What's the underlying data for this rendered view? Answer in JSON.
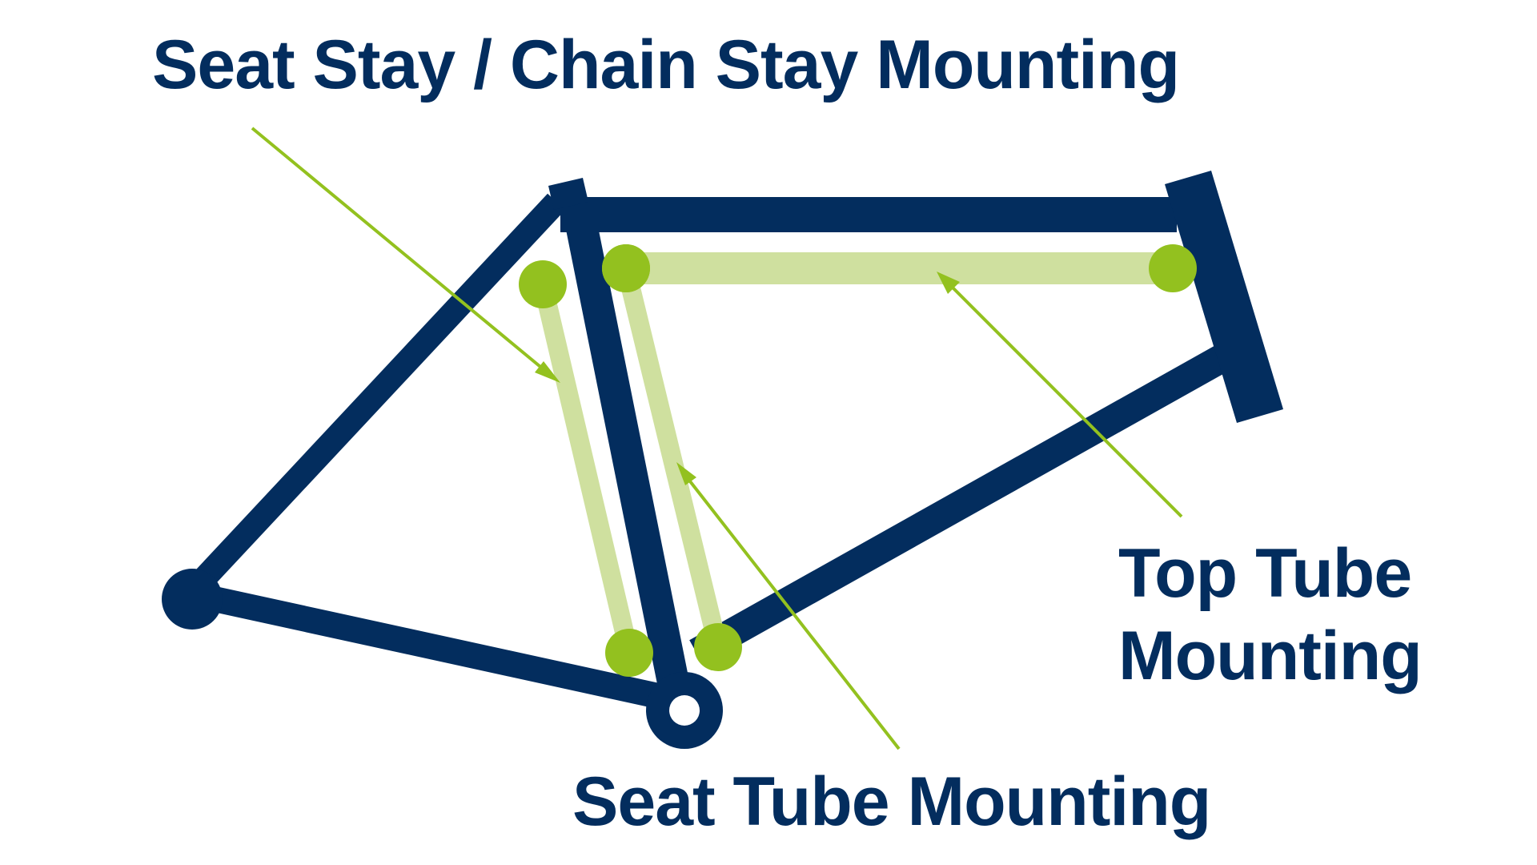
{
  "colors": {
    "frame": "#032d5e",
    "mount_dot": "#93c11f",
    "mount_bar": "#cfe09f",
    "arrow": "#93c11f",
    "label_text": "#032d5e",
    "background": "#ffffff"
  },
  "labels": {
    "seat_stay_chain_stay": "Seat Stay / Chain Stay Mounting",
    "top_tube_line1": "Top Tube",
    "top_tube_line2": "Mounting",
    "seat_tube": "Seat Tube Mounting"
  }
}
